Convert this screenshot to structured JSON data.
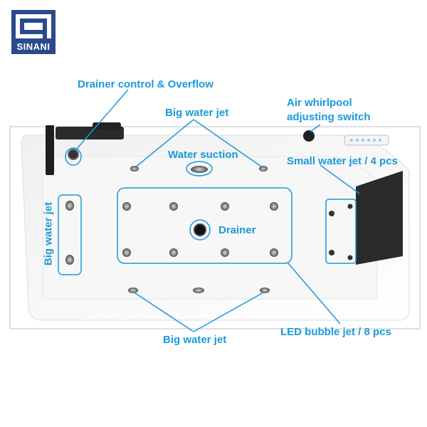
{
  "brand": {
    "logo_text": "SINANI"
  },
  "labels": {
    "drainer_control": "Drainer control & Overflow",
    "big_water_jet_top": "Big water jet",
    "air_whirlpool_line1": "Air whirlpool",
    "air_whirlpool_line2": "adjusting switch",
    "water_suction": "Water suction",
    "small_water_jet": "Small water jet / 4 pcs",
    "big_water_jet_side": "Big water jet",
    "drainer": "Drainer",
    "big_water_jet_bottom": "Big water jet",
    "led_bubble_jet": "LED bubble jet / 8 pcs"
  },
  "colors": {
    "accent": "#1a9ad9",
    "logo_bg": "#2b4a8c",
    "headrest": "#2a2a2a",
    "tub": "#ffffff",
    "tub_shadow": "#e4e4e4"
  }
}
